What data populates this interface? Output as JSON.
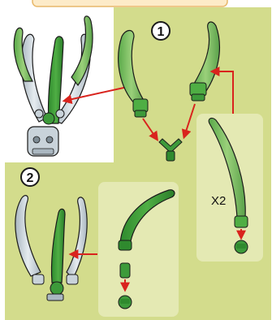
{
  "steps": [
    {
      "number": "1"
    },
    {
      "number": "2"
    }
  ],
  "multiplier": "X2",
  "colors": {
    "page_background": "#ffffff",
    "header_bar": "#fdebc8",
    "header_bar_border": "#e8b86a",
    "step_background": "#d3dc8c",
    "inset_background": "#e4e9b3",
    "part_green_dark": "#3d9a3a",
    "part_green_light": "#7cc25a",
    "part_gray": "#c9d3da",
    "arrow_red": "#d9231d",
    "outline": "#1a1a1a"
  },
  "icons": [
    "claw-part-icon",
    "connector-joint-icon",
    "ball-joint-icon",
    "skull-base-icon"
  ]
}
